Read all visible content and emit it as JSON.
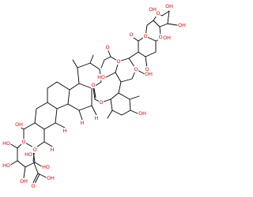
{
  "diagram": {
    "type": "skeletal-formula",
    "colors": {
      "bond": "#000000",
      "heteroatom": "#e00000",
      "background": "#ffffff"
    },
    "atom_labels": {
      "sugar_top_oh1": "OH",
      "sugar_top_oh2": "OH",
      "sugar_top_oh3": "OH",
      "sugar_top_ring_o": "O",
      "sugar_top_link_o": "O",
      "ring_b_oh": "OH",
      "ring_b_o": "O",
      "acetyl_o1": "O",
      "acetyl_o2": "O",
      "ring_b_o_acetyl": "O",
      "ring_b_link_o": "O",
      "ring_c_ho": "HO",
      "ring_c_o": "O",
      "ring_c_oh": "OH",
      "ester_o": "O",
      "ring_c_oh2": "OH",
      "carbonyl_o": "O",
      "glucose_oh_top": "OH",
      "glucose_ho1": "HO",
      "glucose_o": "O",
      "glucose_ho2": "HO",
      "glucose_oh": "OH",
      "glucose_link_o": "O",
      "aglycone_ho": "HO",
      "acid_o": "O",
      "acid_oh": "OH",
      "acid_ho": "HO",
      "steroid_h1": "H",
      "steroid_h2": "H",
      "steroid_h3": "H",
      "steroid_h4": "H"
    }
  }
}
